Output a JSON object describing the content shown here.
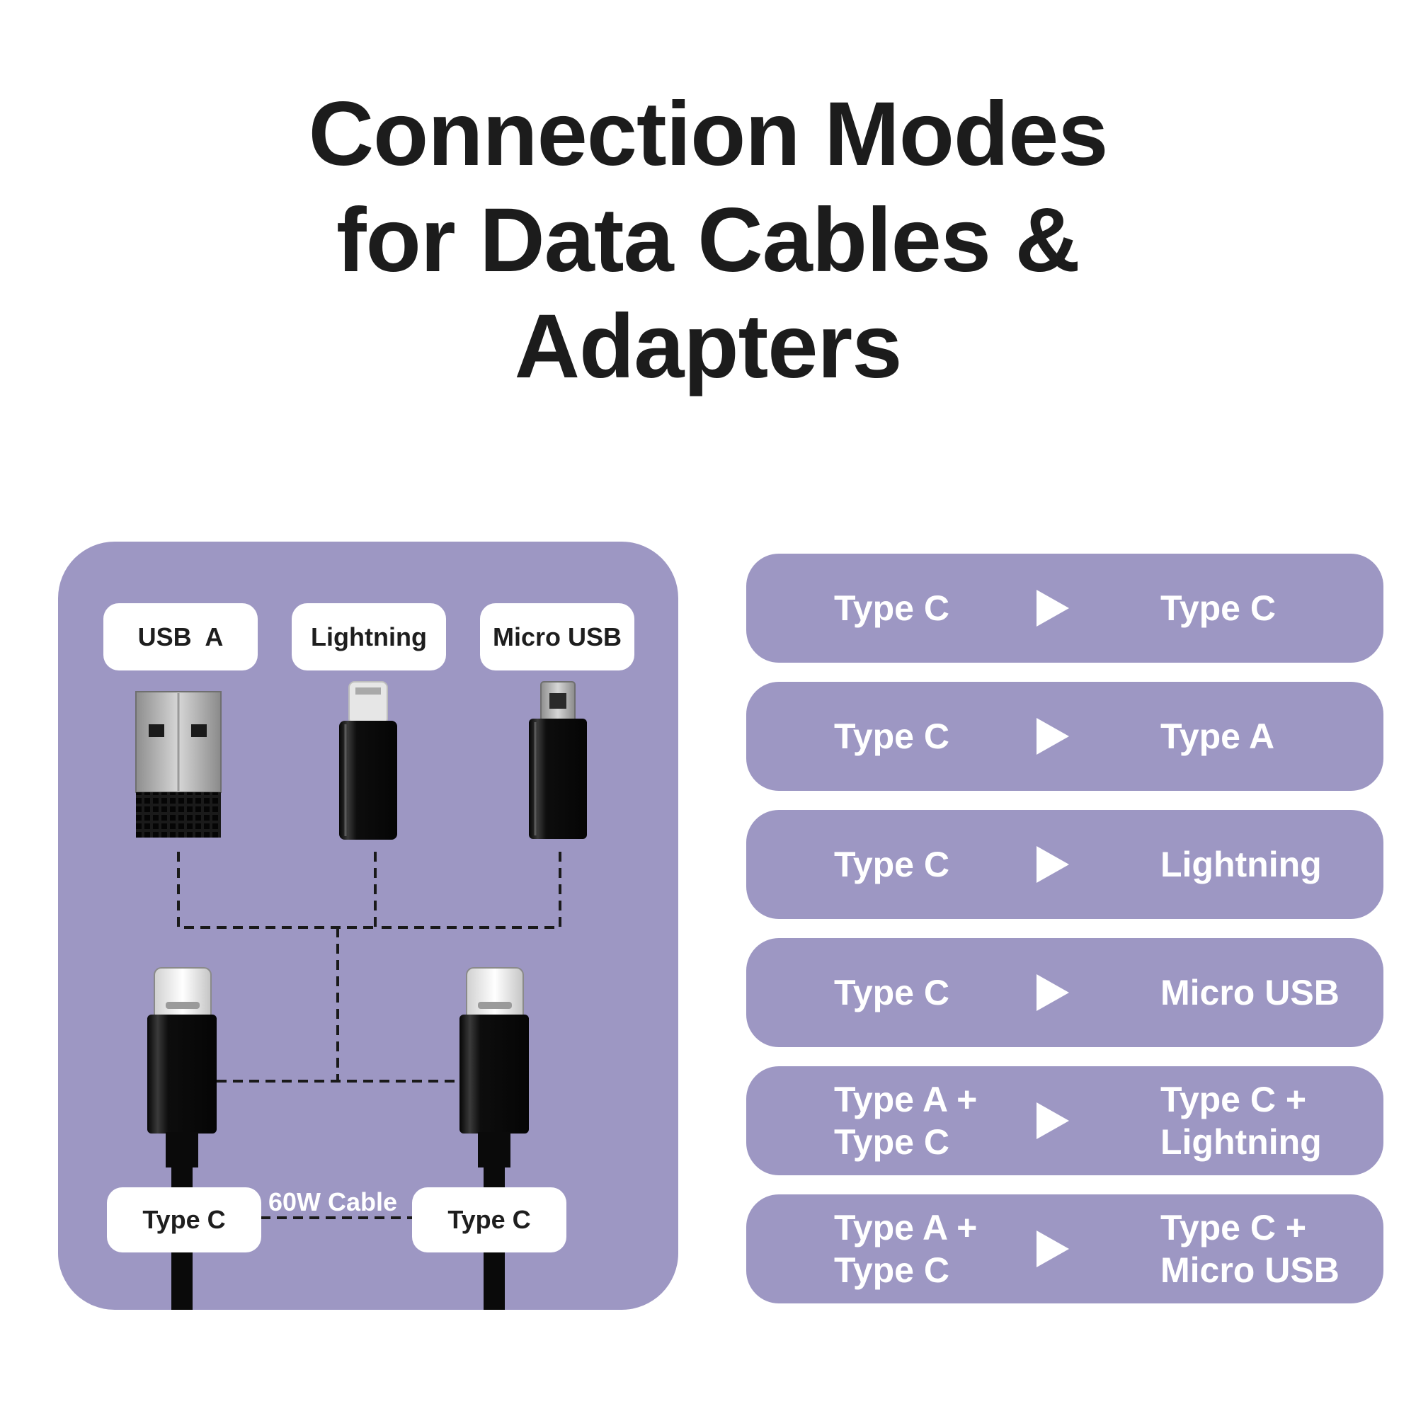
{
  "title": {
    "line1": "Connection Modes",
    "line2": "for Data Cables &",
    "line3": "Adapters"
  },
  "diagram": {
    "adapters": [
      {
        "label": "USB  A",
        "icon": "usb-a-adapter-icon"
      },
      {
        "label": "Lightning",
        "icon": "lightning-adapter-icon"
      },
      {
        "label": "Micro USB",
        "icon": "micro-usb-adapter-icon"
      }
    ],
    "cable_ends": [
      {
        "label": "Type C",
        "icon": "type-c-connector-icon"
      },
      {
        "label": "Type C",
        "icon": "type-c-connector-icon"
      }
    ],
    "cable_label": "60W Cable"
  },
  "modes": [
    {
      "from": "Type C",
      "to": "Type C"
    },
    {
      "from": "Type C",
      "to": "Type A"
    },
    {
      "from": "Type C",
      "to": "Lightning"
    },
    {
      "from": "Type C",
      "to": "Micro USB"
    },
    {
      "from": "Type A +\nType C",
      "to": "Type C +\nLightning"
    },
    {
      "from": "Type A +\nType C",
      "to": "Type C +\nMicro USB"
    }
  ],
  "colors": {
    "panel": "#9d97c3",
    "text_dark": "#1c1c1c",
    "connector": "#111111",
    "metal": "#b9b9b9"
  }
}
